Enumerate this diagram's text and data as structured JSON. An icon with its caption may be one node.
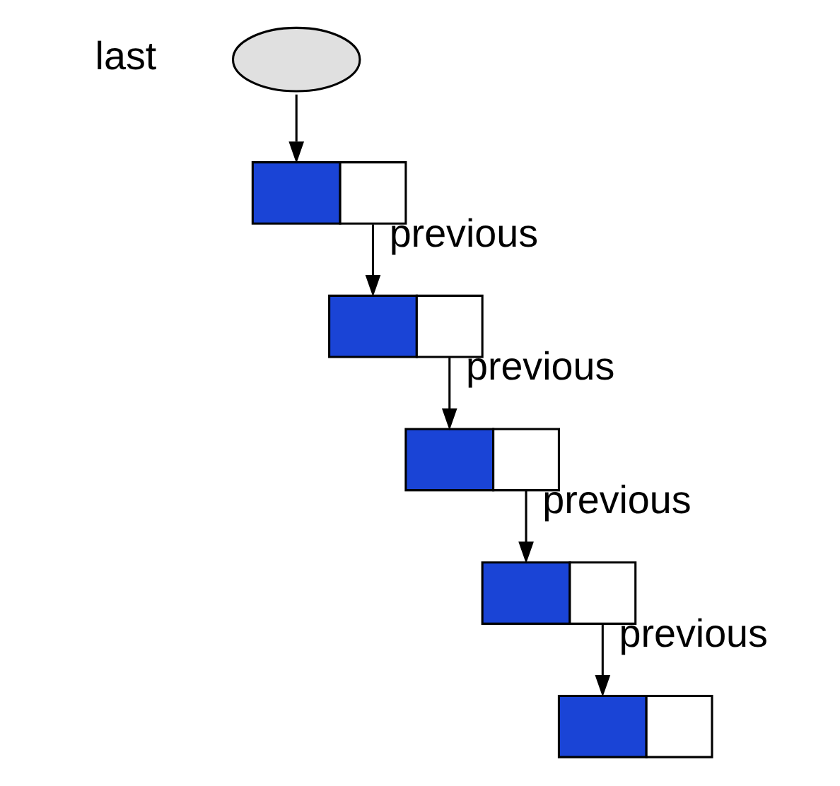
{
  "diagram": {
    "nodes": [
      {
        "text": [],
        "shape": "ellipse",
        "beside": [
          "last"
        ]
      },
      {
        "text": [],
        "shape": "box"
      },
      {
        "text": [],
        "shape": "box"
      },
      {
        "text": [],
        "shape": "box"
      },
      {
        "text": [],
        "shape": "box"
      },
      {
        "text": [],
        "shape": "box"
      }
    ],
    "edges": [
      {
        "from": 0,
        "to": 1,
        "arrow": "to"
      },
      {
        "from": 1,
        "to": 2,
        "arrow": "to",
        "label": "previous"
      },
      {
        "from": 2,
        "to": 3,
        "arrow": "to",
        "label": "previous"
      },
      {
        "from": 3,
        "to": 4,
        "arrow": "to",
        "label": "previous"
      },
      {
        "from": 4,
        "to": 5,
        "arrow": "to",
        "label": "previous"
      }
    ]
  }
}
